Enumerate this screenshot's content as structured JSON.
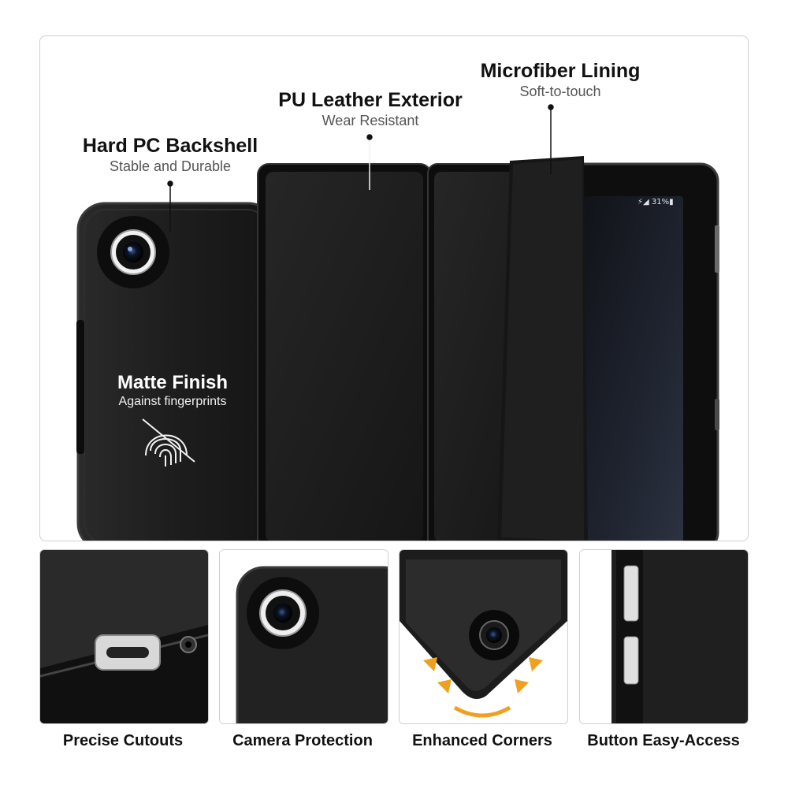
{
  "callouts": {
    "backshell": {
      "title": "Hard PC Backshell",
      "subtitle": "Stable and Durable"
    },
    "leather": {
      "title": "PU Leather Exterior",
      "subtitle": "Wear Resistant"
    },
    "lining": {
      "title": "Microfiber Lining",
      "subtitle": "Soft-to-touch"
    },
    "matte": {
      "title": "Matte Finish",
      "subtitle": "Against fingerprints",
      "icon": "fingerprint-crossed-icon"
    }
  },
  "tablet_screen": {
    "status": "31%"
  },
  "features": [
    {
      "label": "Precise Cutouts"
    },
    {
      "label": "Camera Protection"
    },
    {
      "label": "Enhanced Corners"
    },
    {
      "label": "Button Easy-Access"
    }
  ],
  "colors": {
    "case_black": "#141414",
    "accent_arrow": "#f0a020",
    "frame_border": "#cfcfcf"
  }
}
